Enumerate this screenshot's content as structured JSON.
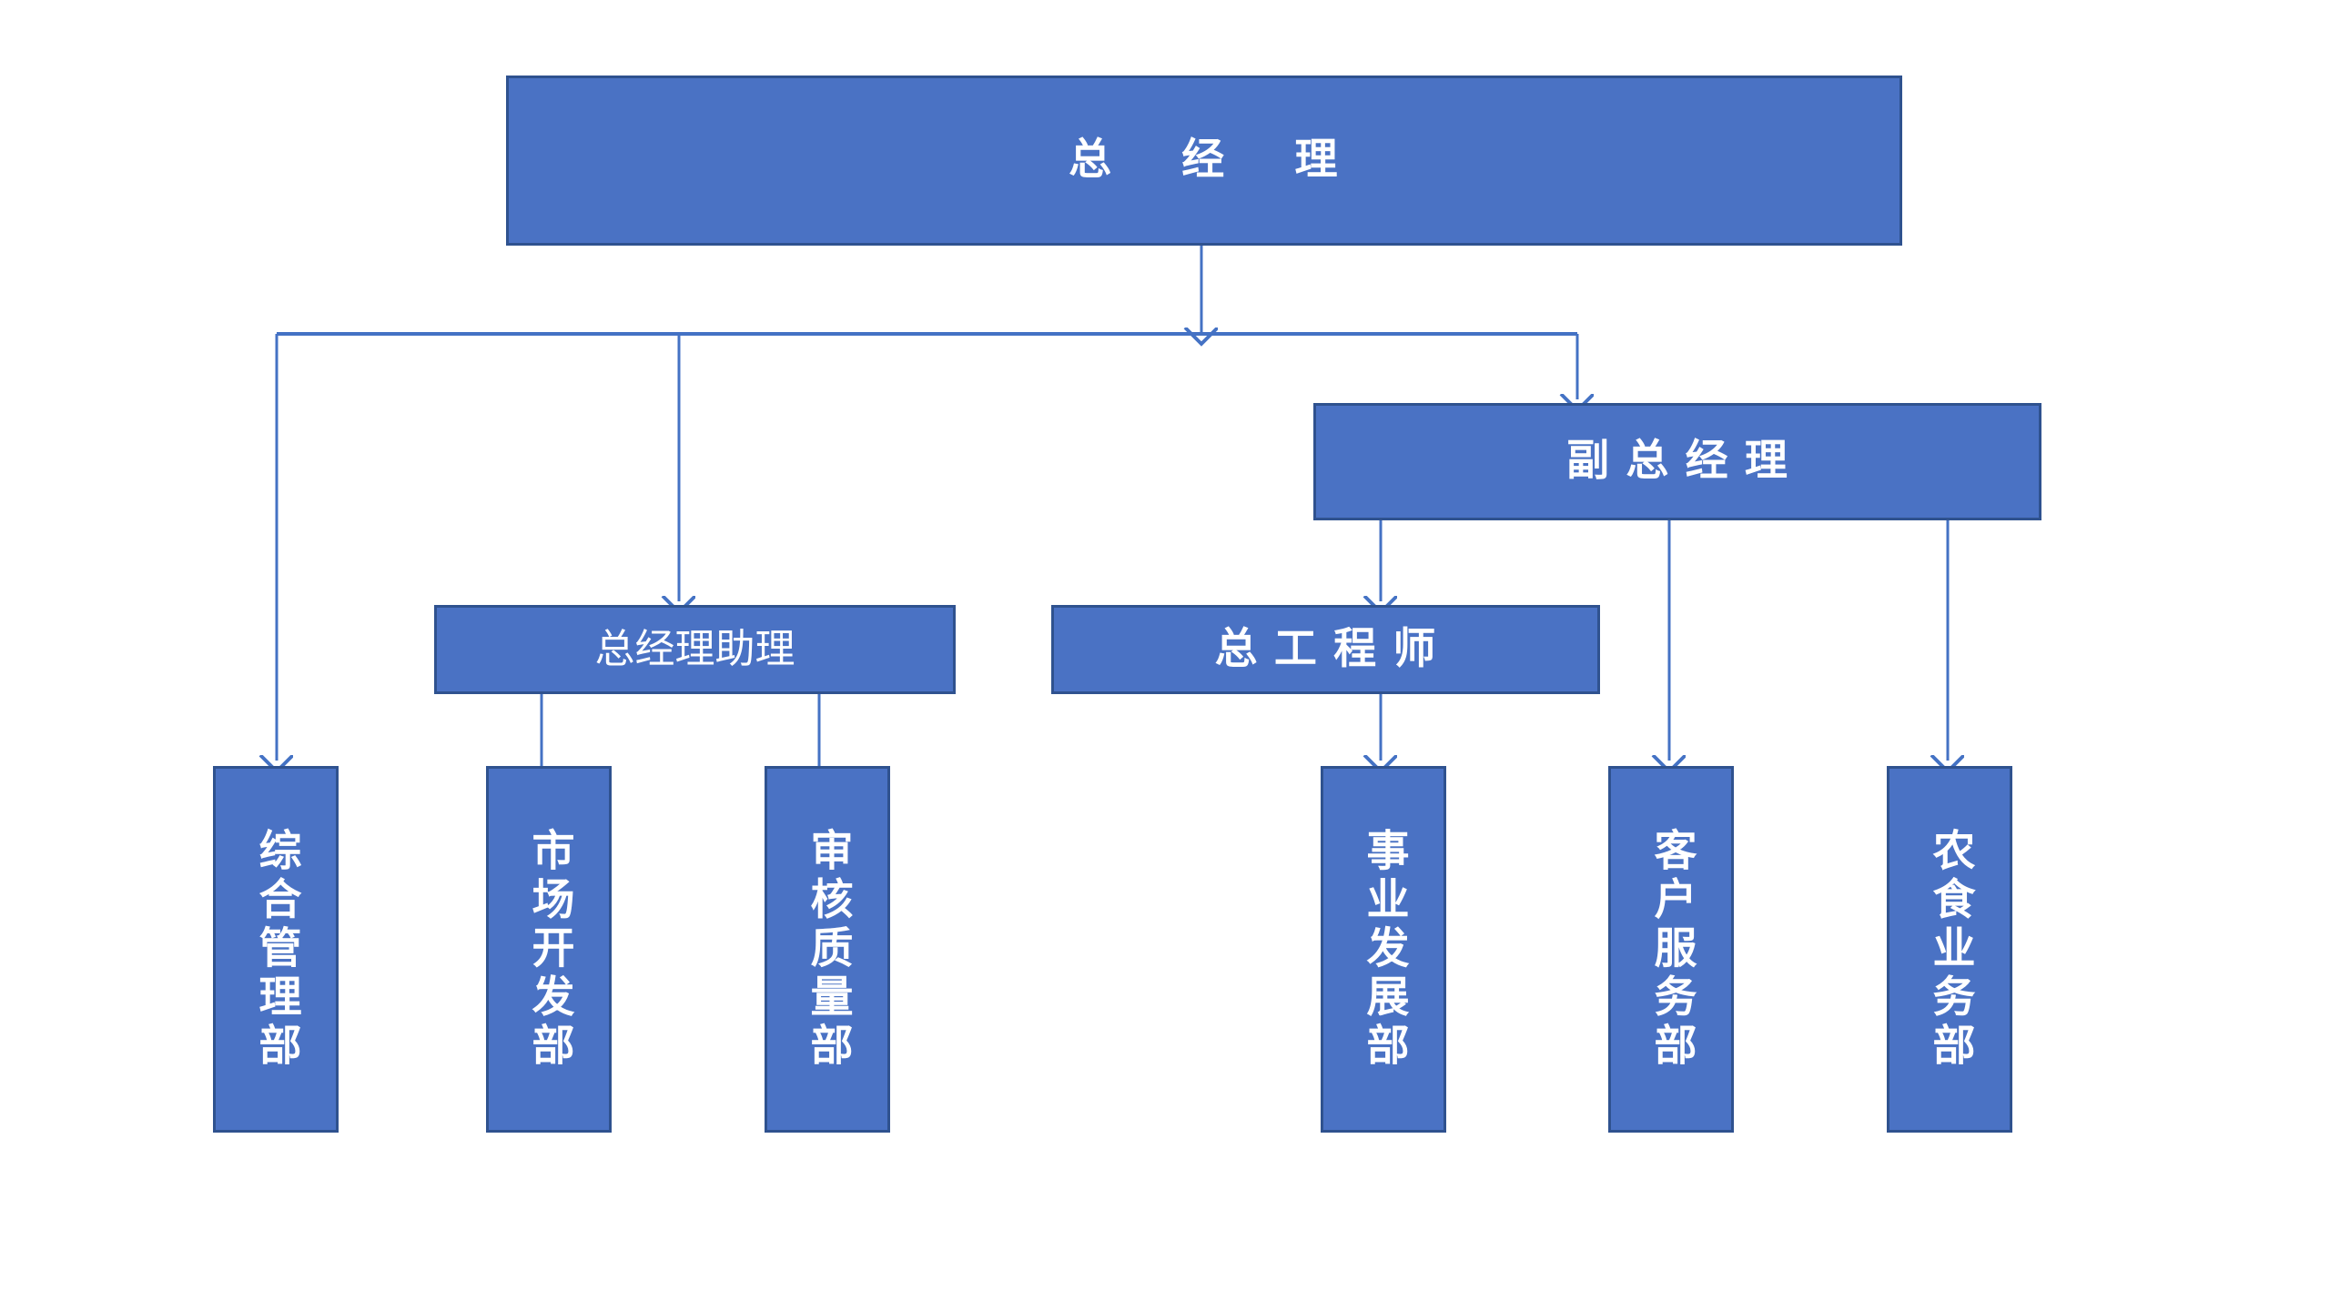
{
  "chart": {
    "title_text_color": "#FFFFFF",
    "box_fill": "#4A72C4",
    "box_border": "#2F528F",
    "connector_color": "#4472C4",
    "background": "#FFFFFF"
  },
  "nodes": {
    "general_manager": {
      "label": "总    经    理"
    },
    "deputy_general_manager": {
      "label": "副 总 经 理"
    },
    "gm_assistant": {
      "label": "总经理助理"
    },
    "chief_engineer": {
      "label": "总 工 程 师"
    },
    "dept_admin": {
      "label": "综合管理部"
    },
    "dept_market": {
      "label": "市场开发部"
    },
    "dept_quality": {
      "label": "审核质量部"
    },
    "dept_business": {
      "label": "事业发展部"
    },
    "dept_service": {
      "label": "客户服务部"
    },
    "dept_agrifood": {
      "label": "农食业务部"
    }
  },
  "hierarchy": {
    "root": "总    经    理",
    "edges": [
      {
        "from": "总    经    理",
        "to": "综合管理部",
        "arrow": true
      },
      {
        "from": "总    经    理",
        "to": "总经理助理",
        "arrow": true
      },
      {
        "from": "总    经    理",
        "to": "副 总 经 理",
        "arrow": true
      },
      {
        "from": "总经理助理",
        "to": "市场开发部",
        "arrow": false
      },
      {
        "from": "总经理助理",
        "to": "审核质量部",
        "arrow": false
      },
      {
        "from": "副 总 经 理",
        "to": "总 工 程 师",
        "arrow": true
      },
      {
        "from": "副 总 经 理",
        "to": "客户服务部",
        "arrow": true
      },
      {
        "from": "副 总 经 理",
        "to": "农食业务部",
        "arrow": true
      },
      {
        "from": "总 工 程 师",
        "to": "事业发展部",
        "arrow": true
      }
    ]
  }
}
